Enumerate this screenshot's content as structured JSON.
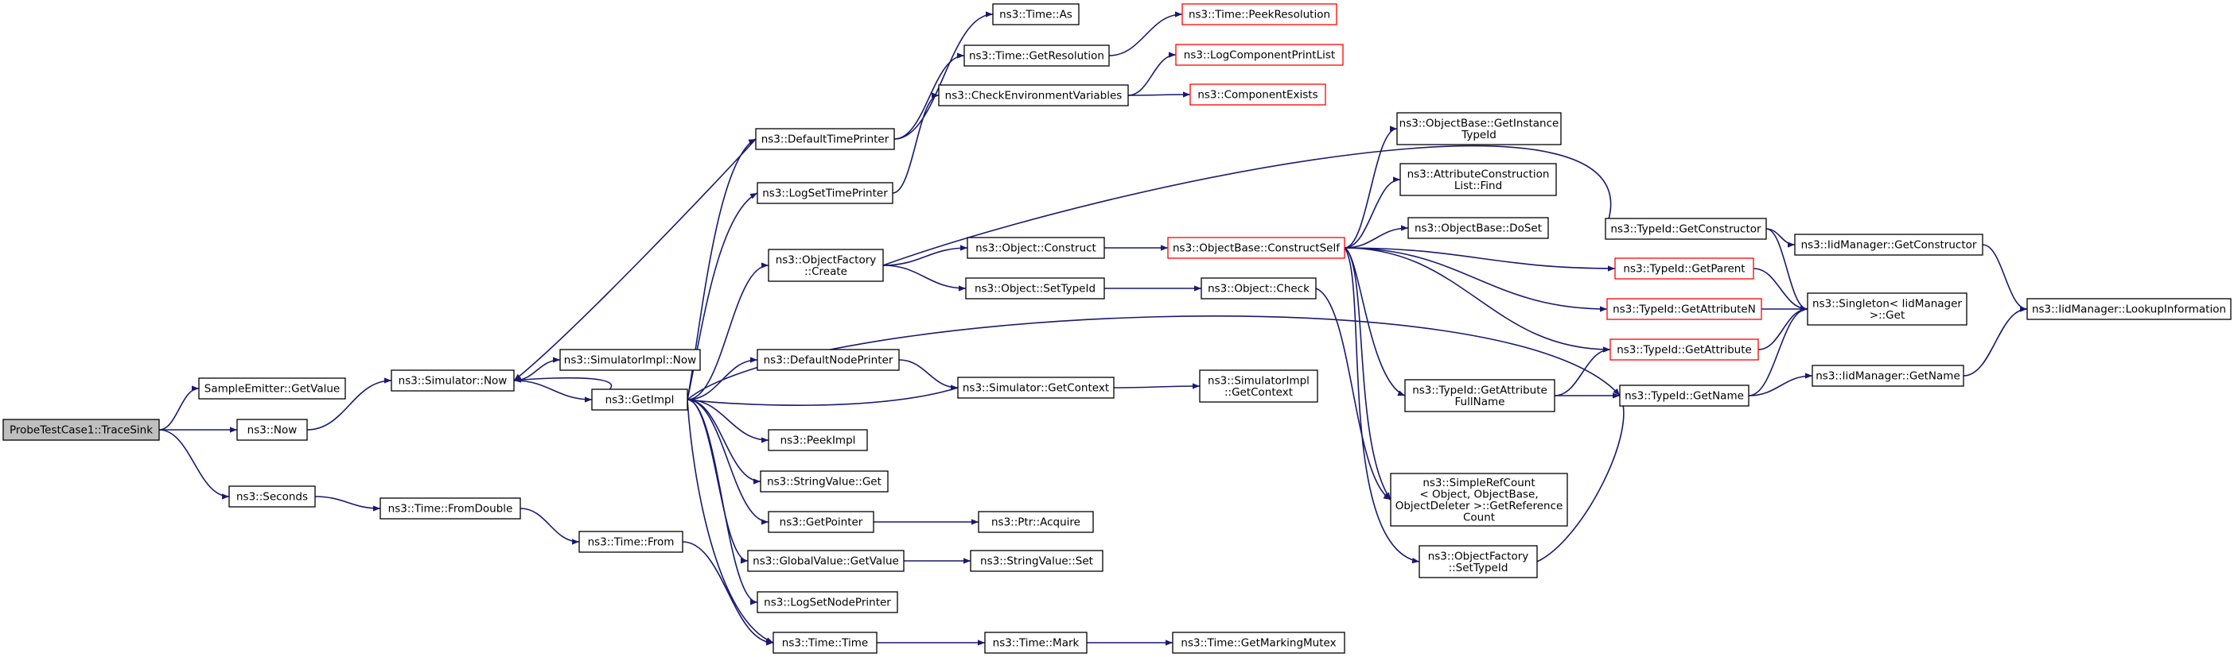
{
  "colors": {
    "edge": "#191970",
    "normal_border": "#000000",
    "incomplete_border": "#ff0000",
    "root_fill": "#bfbfbf",
    "fill": "#ffffff"
  },
  "nodes": [
    {
      "id": "root",
      "lines": [
        "ProbeTestCase1::TraceSink"
      ],
      "style": "root"
    },
    {
      "id": "sampleemitter",
      "lines": [
        "SampleEmitter::GetValue"
      ],
      "style": "normal"
    },
    {
      "id": "now",
      "lines": [
        "ns3::Now"
      ],
      "style": "normal"
    },
    {
      "id": "seconds",
      "lines": [
        "ns3::Seconds"
      ],
      "style": "normal"
    },
    {
      "id": "simnow",
      "lines": [
        "ns3::Simulator::Now"
      ],
      "style": "normal"
    },
    {
      "id": "simimplnow",
      "lines": [
        "ns3::SimulatorImpl::Now"
      ],
      "style": "normal"
    },
    {
      "id": "fromdouble",
      "lines": [
        "ns3::Time::FromDouble"
      ],
      "style": "normal"
    },
    {
      "id": "timefrom",
      "lines": [
        "ns3::Time::From"
      ],
      "style": "normal"
    },
    {
      "id": "getimpl",
      "lines": [
        "ns3::GetImpl"
      ],
      "style": "normal"
    },
    {
      "id": "deftimeprinter",
      "lines": [
        "ns3::DefaultTimePrinter"
      ],
      "style": "normal"
    },
    {
      "id": "logsettimeprinter",
      "lines": [
        "ns3::LogSetTimePrinter"
      ],
      "style": "normal"
    },
    {
      "id": "objfactorycreate",
      "lines": [
        "ns3::ObjectFactory",
        "::Create"
      ],
      "style": "normal"
    },
    {
      "id": "defnodeprinter",
      "lines": [
        "ns3::DefaultNodePrinter"
      ],
      "style": "normal"
    },
    {
      "id": "peekimpl",
      "lines": [
        "ns3::PeekImpl"
      ],
      "style": "normal"
    },
    {
      "id": "stringvalueget",
      "lines": [
        "ns3::StringValue::Get"
      ],
      "style": "normal"
    },
    {
      "id": "getpointer",
      "lines": [
        "ns3::GetPointer"
      ],
      "style": "normal"
    },
    {
      "id": "globalvalueget",
      "lines": [
        "ns3::GlobalValue::GetValue"
      ],
      "style": "normal"
    },
    {
      "id": "logsetnodeprinter",
      "lines": [
        "ns3::LogSetNodePrinter"
      ],
      "style": "normal"
    },
    {
      "id": "timetime",
      "lines": [
        "ns3::Time::Time"
      ],
      "style": "normal"
    },
    {
      "id": "timeas",
      "lines": [
        "ns3::Time::As"
      ],
      "style": "normal"
    },
    {
      "id": "timegetres",
      "lines": [
        "ns3::Time::GetResolution"
      ],
      "style": "normal"
    },
    {
      "id": "checkenv",
      "lines": [
        "ns3::CheckEnvironmentVariables"
      ],
      "style": "normal"
    },
    {
      "id": "objconstruct",
      "lines": [
        "ns3::Object::Construct"
      ],
      "style": "normal"
    },
    {
      "id": "objsettypeid",
      "lines": [
        "ns3::Object::SetTypeId"
      ],
      "style": "normal"
    },
    {
      "id": "simgetcontext",
      "lines": [
        "ns3::Simulator::GetContext"
      ],
      "style": "normal"
    },
    {
      "id": "ptracquire",
      "lines": [
        "ns3::Ptr::Acquire"
      ],
      "style": "normal"
    },
    {
      "id": "stringvalueset",
      "lines": [
        "ns3::StringValue::Set"
      ],
      "style": "normal"
    },
    {
      "id": "timemark",
      "lines": [
        "ns3::Time::Mark"
      ],
      "style": "normal"
    },
    {
      "id": "peekres",
      "lines": [
        "ns3::Time::PeekResolution"
      ],
      "style": "incomplete"
    },
    {
      "id": "logcompprint",
      "lines": [
        "ns3::LogComponentPrintList"
      ],
      "style": "incomplete"
    },
    {
      "id": "compexists",
      "lines": [
        "ns3::ComponentExists"
      ],
      "style": "incomplete"
    },
    {
      "id": "constructself",
      "lines": [
        "ns3::ObjectBase::ConstructSelf"
      ],
      "style": "incomplete"
    },
    {
      "id": "objcheck",
      "lines": [
        "ns3::Object::Check"
      ],
      "style": "normal"
    },
    {
      "id": "simimplgetctx",
      "lines": [
        "ns3::SimulatorImpl",
        "::GetContext"
      ],
      "style": "normal"
    },
    {
      "id": "getmarkingmutex",
      "lines": [
        "ns3::Time::GetMarkingMutex"
      ],
      "style": "normal"
    },
    {
      "id": "getinstancetypeid",
      "lines": [
        "ns3::ObjectBase::GetInstance",
        "TypeId"
      ],
      "style": "normal"
    },
    {
      "id": "attrconstrfind",
      "lines": [
        "ns3::AttributeConstruction",
        "List::Find"
      ],
      "style": "normal"
    },
    {
      "id": "doset",
      "lines": [
        "ns3::ObjectBase::DoSet"
      ],
      "style": "normal"
    },
    {
      "id": "getattrfullname",
      "lines": [
        "ns3::TypeId::GetAttribute",
        "FullName"
      ],
      "style": "normal"
    },
    {
      "id": "simplerefcount",
      "lines": [
        "ns3::SimpleRefCount",
        "< Object, ObjectBase,",
        "ObjectDeleter >::GetReference",
        "Count"
      ],
      "style": "normal"
    },
    {
      "id": "factsettypeid",
      "lines": [
        "ns3::ObjectFactory",
        "::SetTypeId"
      ],
      "style": "normal"
    },
    {
      "id": "typeidgetconstructor",
      "lines": [
        "ns3::TypeId::GetConstructor"
      ],
      "style": "normal"
    },
    {
      "id": "typeidgetparent",
      "lines": [
        "ns3::TypeId::GetParent"
      ],
      "style": "incomplete"
    },
    {
      "id": "typeidgetattrn",
      "lines": [
        "ns3::TypeId::GetAttributeN"
      ],
      "style": "incomplete"
    },
    {
      "id": "typeidgetattr",
      "lines": [
        "ns3::TypeId::GetAttribute"
      ],
      "style": "incomplete"
    },
    {
      "id": "typeidgetname",
      "lines": [
        "ns3::TypeId::GetName"
      ],
      "style": "normal"
    },
    {
      "id": "iidgetconstructor",
      "lines": [
        "ns3::IidManager::GetConstructor"
      ],
      "style": "normal"
    },
    {
      "id": "singletonget",
      "lines": [
        "ns3::Singleton< IidManager",
        ">::Get"
      ],
      "style": "normal"
    },
    {
      "id": "iidgetname",
      "lines": [
        "ns3::IidManager::GetName"
      ],
      "style": "normal"
    },
    {
      "id": "lookupinfo",
      "lines": [
        "ns3::IidManager::LookupInformation"
      ],
      "style": "normal"
    }
  ],
  "edges": [
    [
      "root",
      "sampleemitter"
    ],
    [
      "root",
      "now"
    ],
    [
      "root",
      "seconds"
    ],
    [
      "now",
      "simnow"
    ],
    [
      "seconds",
      "fromdouble"
    ],
    [
      "fromdouble",
      "timefrom"
    ],
    [
      "timefrom",
      "timetime"
    ],
    [
      "simnow",
      "simimplnow"
    ],
    [
      "simnow",
      "getimpl"
    ],
    [
      "getimpl",
      "simnow"
    ],
    [
      "getimpl",
      "deftimeprinter"
    ],
    [
      "getimpl",
      "logsettimeprinter"
    ],
    [
      "getimpl",
      "objfactorycreate"
    ],
    [
      "getimpl",
      "defnodeprinter"
    ],
    [
      "getimpl",
      "peekimpl"
    ],
    [
      "getimpl",
      "stringvalueget"
    ],
    [
      "getimpl",
      "getpointer"
    ],
    [
      "getimpl",
      "globalvalueget"
    ],
    [
      "getimpl",
      "logsetnodeprinter"
    ],
    [
      "getimpl",
      "timetime"
    ],
    [
      "getimpl",
      "typeidgetname"
    ],
    [
      "deftimeprinter",
      "simnow"
    ],
    [
      "deftimeprinter",
      "timeas"
    ],
    [
      "deftimeprinter",
      "timegetres"
    ],
    [
      "timegetres",
      "peekres"
    ],
    [
      "logsettimeprinter",
      "checkenv"
    ],
    [
      "checkenv",
      "logcompprint"
    ],
    [
      "checkenv",
      "compexists"
    ],
    [
      "objfactorycreate",
      "objconstruct"
    ],
    [
      "objfactorycreate",
      "objsettypeid"
    ],
    [
      "objfactorycreate",
      "typeidgetconstructor"
    ],
    [
      "objconstruct",
      "constructself"
    ],
    [
      "objsettypeid",
      "objcheck"
    ],
    [
      "objcheck",
      "simplerefcount"
    ],
    [
      "defnodeprinter",
      "simgetcontext"
    ],
    [
      "simgetcontext",
      "getimpl"
    ],
    [
      "simgetcontext",
      "simimplgetctx"
    ],
    [
      "getpointer",
      "ptracquire"
    ],
    [
      "globalvalueget",
      "stringvalueset"
    ],
    [
      "timetime",
      "timemark"
    ],
    [
      "timemark",
      "getmarkingmutex"
    ],
    [
      "constructself",
      "getinstancetypeid"
    ],
    [
      "constructself",
      "attrconstrfind"
    ],
    [
      "constructself",
      "doset"
    ],
    [
      "constructself",
      "typeidgetparent"
    ],
    [
      "constructself",
      "typeidgetattrn"
    ],
    [
      "constructself",
      "typeidgetattr"
    ],
    [
      "constructself",
      "getattrfullname"
    ],
    [
      "constructself",
      "simplerefcount"
    ],
    [
      "constructself",
      "factsettypeid"
    ],
    [
      "getattrfullname",
      "typeidgetattr"
    ],
    [
      "getattrfullname",
      "typeidgetname"
    ],
    [
      "factsettypeid",
      "typeidgetname"
    ],
    [
      "typeidgetconstructor",
      "iidgetconstructor"
    ],
    [
      "typeidgetconstructor",
      "singletonget"
    ],
    [
      "typeidgetparent",
      "singletonget"
    ],
    [
      "typeidgetattrn",
      "singletonget"
    ],
    [
      "typeidgetattr",
      "singletonget"
    ],
    [
      "typeidgetname",
      "singletonget"
    ],
    [
      "typeidgetname",
      "iidgetname"
    ],
    [
      "iidgetconstructor",
      "lookupinfo"
    ],
    [
      "iidgetname",
      "lookupinfo"
    ]
  ]
}
